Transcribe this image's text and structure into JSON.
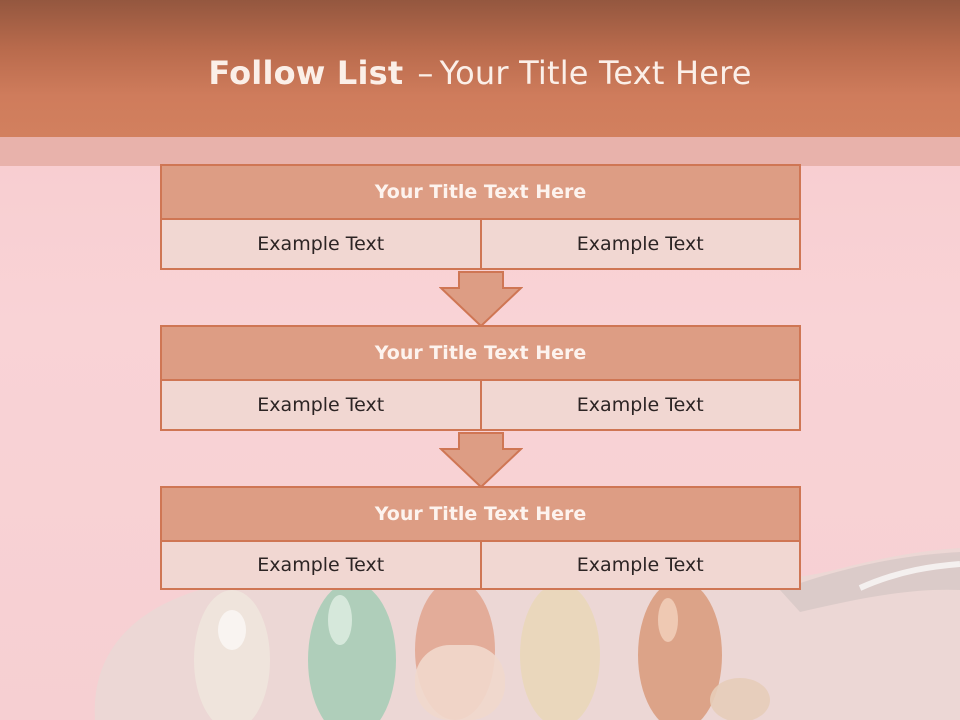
{
  "slide": {
    "title_bold": "Follow List",
    "title_separator": "–",
    "title_rest": "Your Title Text Here"
  },
  "steps": [
    {
      "title": "Your Title Text Here",
      "left": "Example Text",
      "right": "Example Text"
    },
    {
      "title": "Your Title Text Here",
      "left": "Example Text",
      "right": "Example Text"
    },
    {
      "title": "Your Title Text Here",
      "left": "Example Text",
      "right": "Example Text"
    }
  ],
  "colors": {
    "header": "#cf7c5c",
    "block_title": "#dd9d84",
    "block_cell": "#f1d7d2",
    "border": "#cf7654",
    "arrow": "#dd9d84"
  },
  "background_image": "spoon-with-capsules"
}
